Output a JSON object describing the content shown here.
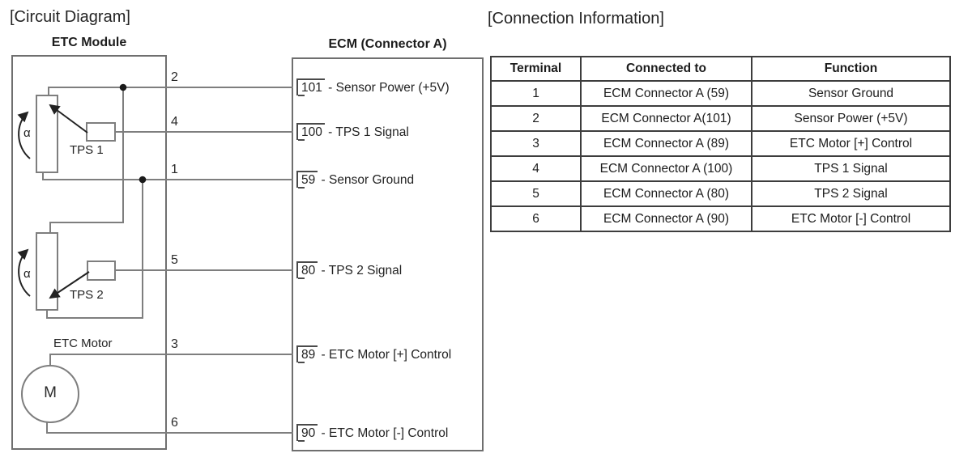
{
  "circuit": {
    "title": "[Circuit Diagram]",
    "etc_module_label": "ETC Module",
    "ecm_label": "ECM (Connector A)",
    "alpha_symbol": "α",
    "motor_symbol": "M",
    "separator": " - ",
    "components": {
      "tps1": "TPS 1",
      "tps2": "TPS 2",
      "motor": "ETC Motor"
    },
    "pins": [
      {
        "terminal": "2",
        "pin": "101",
        "function": "Sensor Power (+5V)"
      },
      {
        "terminal": "4",
        "pin": "100",
        "function": "TPS 1 Signal"
      },
      {
        "terminal": "1",
        "pin": "59",
        "function": "Sensor Ground"
      },
      {
        "terminal": "5",
        "pin": "80",
        "function": "TPS 2 Signal"
      },
      {
        "terminal": "3",
        "pin": "89",
        "function": "ETC Motor [+] Control"
      },
      {
        "terminal": "6",
        "pin": "90",
        "function": "ETC Motor [-] Control"
      }
    ]
  },
  "connection_table": {
    "title": "[Connection Information]",
    "headers": [
      "Terminal",
      "Connected to",
      "Function"
    ],
    "rows": [
      [
        "1",
        "ECM Connector A (59)",
        "Sensor Ground"
      ],
      [
        "2",
        "ECM Connector A(101)",
        "Sensor Power (+5V)"
      ],
      [
        "3",
        "ECM Connector A (89)",
        "ETC Motor [+] Control"
      ],
      [
        "4",
        "ECM Connector A (100)",
        "TPS 1 Signal"
      ],
      [
        "5",
        "ECM Connector A (80)",
        "TPS 2 Signal"
      ],
      [
        "6",
        "ECM Connector A (90)",
        "ETC Motor [-] Control"
      ]
    ]
  },
  "colors": {
    "wire": "#7e7e7e",
    "ink": "#1f1f1f",
    "junction": "#1a1a1a",
    "table_border": "#3d3d3d",
    "background": "#ffffff"
  }
}
